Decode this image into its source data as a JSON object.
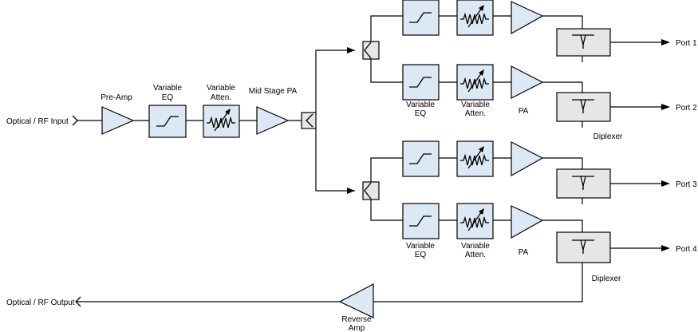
{
  "labels": {
    "optical_rf_input": "Optical / RF Input",
    "optical_rf_output": "Optical / RF Output",
    "pre_amp": "Pre-Amp",
    "mid_eq": [
      "Variable",
      "EQ"
    ],
    "mid_atten": [
      "Variable",
      "Atten."
    ],
    "mid_stage_pa": "Mid Stage PA",
    "b2_eq": [
      "Variable",
      "EQ"
    ],
    "b2_atten": [
      "Variable",
      "Atten."
    ],
    "b2_pa": "PA",
    "b4_eq": [
      "Variable",
      "EQ"
    ],
    "b4_atten": [
      "Variable",
      "Atten."
    ],
    "b4_pa": "PA",
    "diplexer_top": "Diplexer",
    "diplexer_bottom": "Diplexer",
    "reverse_amp": [
      "Reverse",
      "Amp"
    ]
  },
  "ports": [
    "Port 1",
    "Port 2",
    "Port 3",
    "Port 4"
  ]
}
